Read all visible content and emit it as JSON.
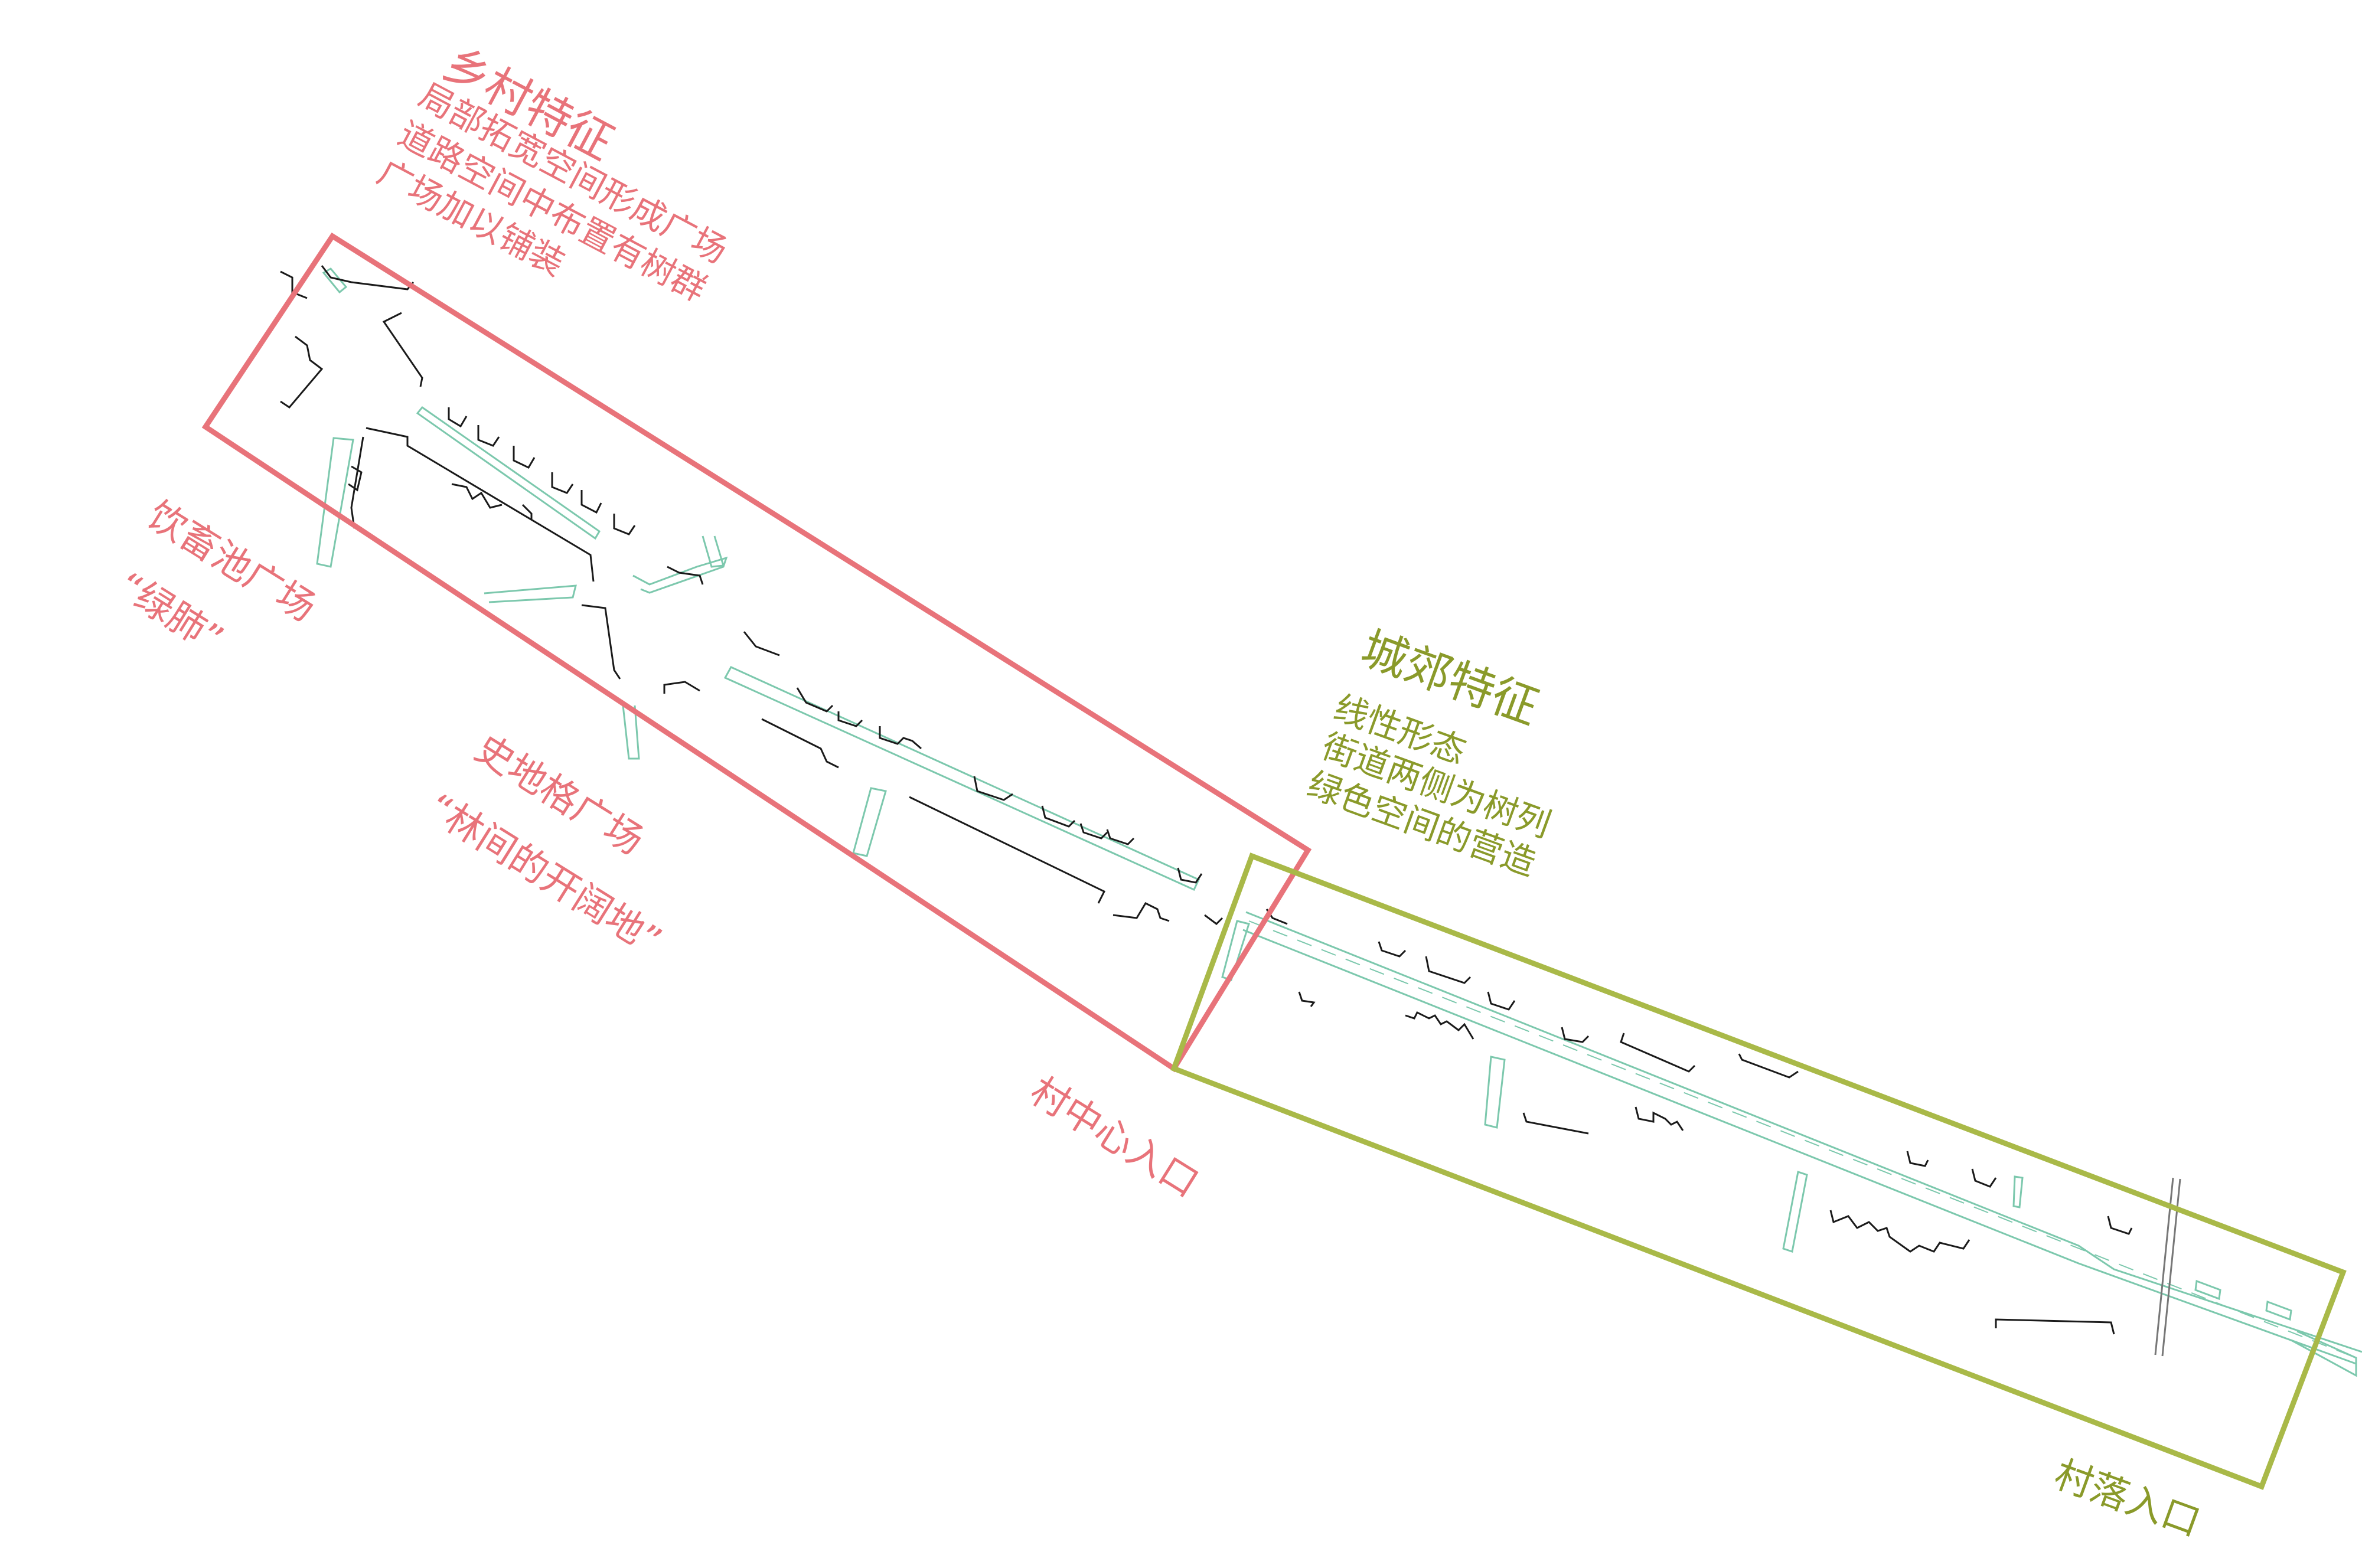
{
  "colors": {
    "rural": "#e8737a",
    "suburban": "#a9b948",
    "suburban_text": "#8a9a2a",
    "tree": "#7cc8ad",
    "building": "#1a1a1a",
    "rail": "#777777"
  },
  "rural": {
    "title": "乡村特征",
    "lines": [
      "局部拓宽空间形成广场",
      "道路空间中布置有树群",
      "广场加以铺装"
    ]
  },
  "suburban": {
    "title": "城郊特征",
    "lines": [
      "线性形态",
      "街道两侧为树列",
      "绿色空间的营造"
    ]
  },
  "places": {
    "pond_square": "饮畜池广场",
    "pond_nick": "“绿肺”",
    "stieg_square": "史地格广场",
    "stieg_nick": "“林间的开阔地”",
    "village_center_entrance": "村中心入口",
    "village_entrance": "村落入口"
  }
}
